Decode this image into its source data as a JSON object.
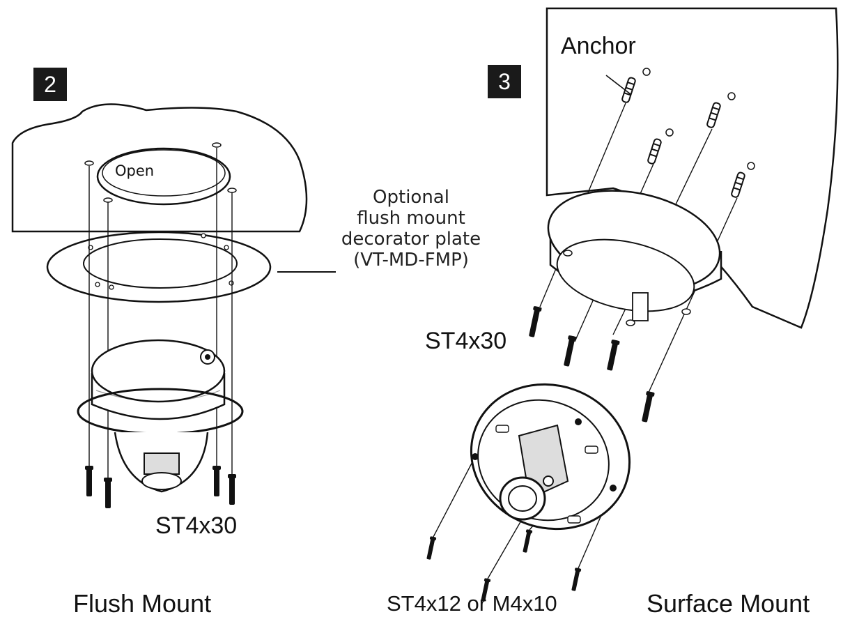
{
  "step2": {
    "number": "2",
    "open_label": "Open",
    "plate_note": [
      "Optional",
      "flush mount",
      "decorator plate",
      "(VT-MD-FMP)"
    ],
    "screw_label": "ST4x30",
    "title": "Flush Mount"
  },
  "step3": {
    "number": "3",
    "anchor_label": "Anchor",
    "screw_label": "ST4x30",
    "dome_screw_label": "ST4x12 or M4x10",
    "title": "Surface Mount"
  },
  "colors": {
    "ink": "#111111",
    "badge": "#1a1a1a",
    "paper": "#ffffff"
  }
}
